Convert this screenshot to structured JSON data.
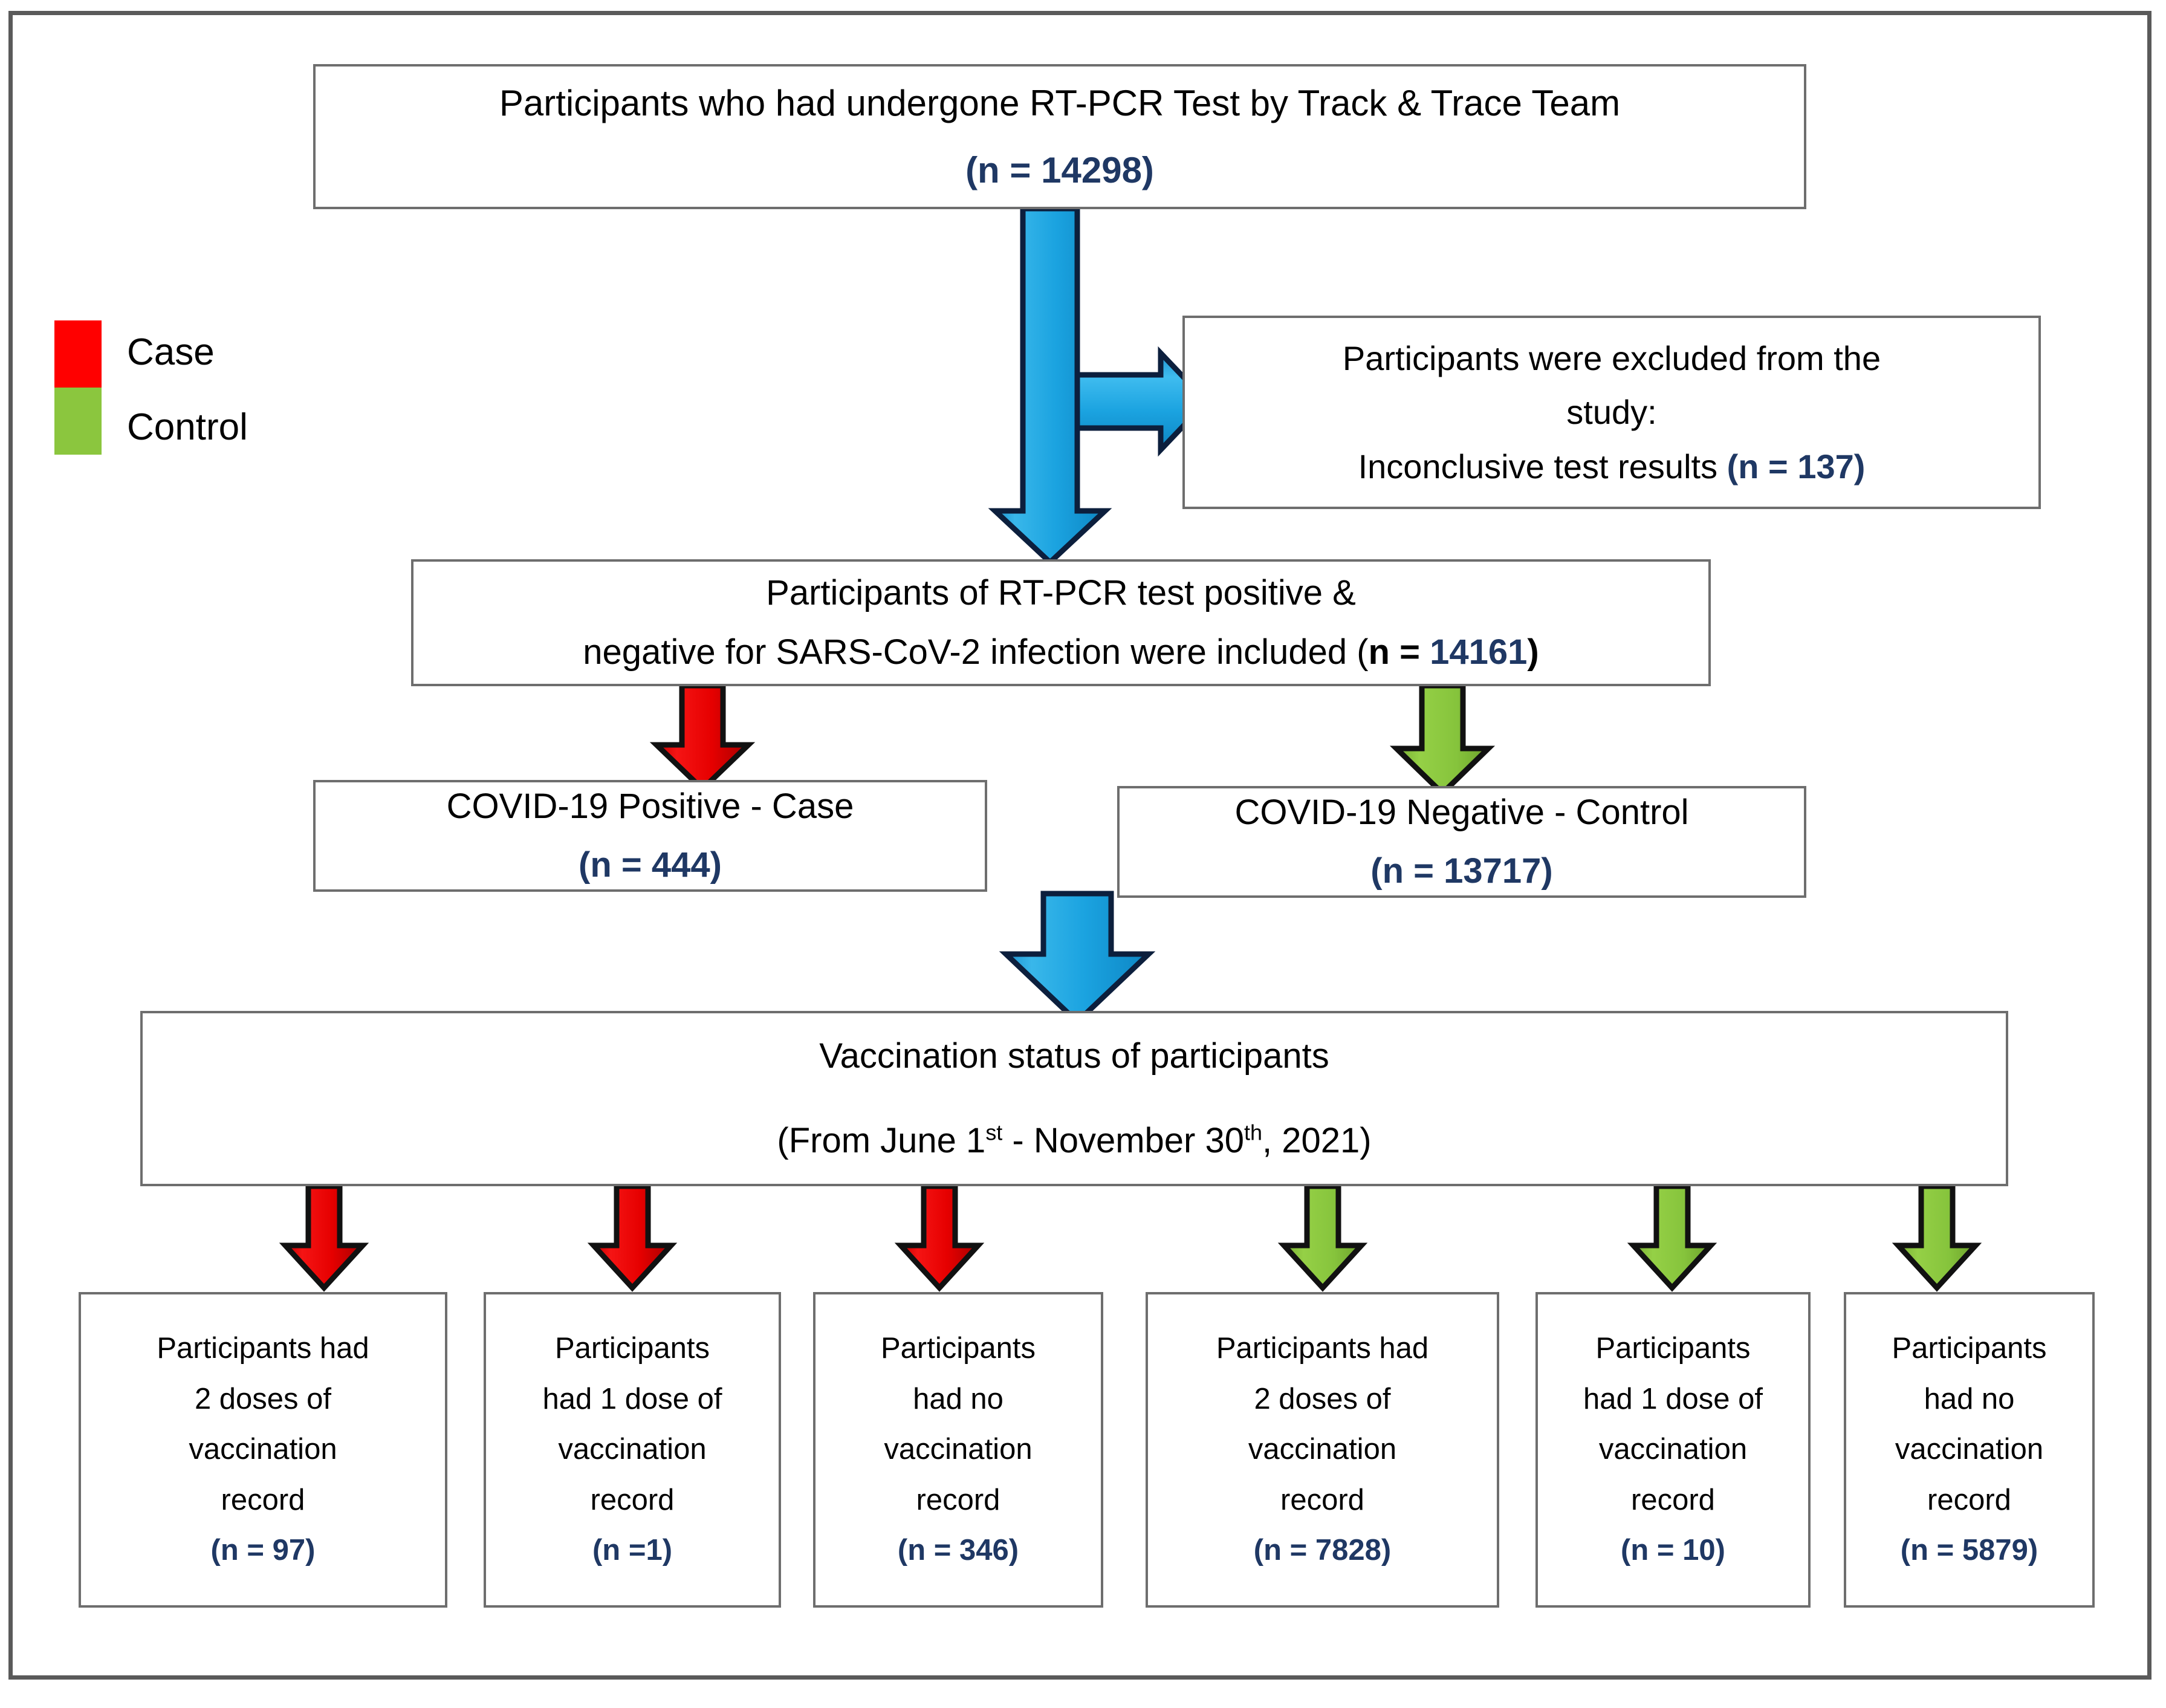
{
  "legend": {
    "items": [
      {
        "label": "Case",
        "color": "#ff0000"
      },
      {
        "label": "Control",
        "color": "#8bc63e"
      }
    ]
  },
  "colors": {
    "flow_blue": "#29a3dd",
    "case_red": "#ee1111",
    "control_green": "#8bc63e",
    "count_blue": "#1f3864",
    "box_border": "#6e6e6e",
    "frame_border": "#5a5a5a",
    "text": "#000000"
  },
  "chart_data": {
    "type": "diagram",
    "title": "Study participant flow diagram",
    "nodes": [
      {
        "id": "screened",
        "label": "Participants who had undergone RT-PCR Test by Track & Trace Team",
        "n": 14298
      },
      {
        "id": "excluded",
        "label": "Participants were excluded from the study: Inconclusive test results",
        "n": 137
      },
      {
        "id": "included",
        "label": "Participants of RT-PCR test positive & negative for SARS-CoV-2 infection were included",
        "n": 14161
      },
      {
        "id": "case",
        "label": "COVID-19 Positive - Case",
        "n": 444
      },
      {
        "id": "control",
        "label": "COVID-19 Negative - Control",
        "n": 13717
      },
      {
        "id": "vaccination",
        "label": "Vaccination status of participants (From June 1st - November 30th, 2021)",
        "n": null
      },
      {
        "id": "case-2dose",
        "label": "Participants had 2 doses of vaccination record",
        "n": 97,
        "group": "Case"
      },
      {
        "id": "case-1dose",
        "label": "Participants had 1 dose of vaccination record",
        "n": 1,
        "group": "Case"
      },
      {
        "id": "case-0dose",
        "label": "Participants had no vaccination record",
        "n": 346,
        "group": "Case"
      },
      {
        "id": "ctrl-2dose",
        "label": "Participants had 2 doses of vaccination record",
        "n": 7828,
        "group": "Control"
      },
      {
        "id": "ctrl-1dose",
        "label": "Participants had 1 dose of vaccination record",
        "n": 10,
        "group": "Control"
      },
      {
        "id": "ctrl-0dose",
        "label": "Participants had no vaccination record",
        "n": 5879,
        "group": "Control"
      }
    ],
    "edges": [
      {
        "from": "screened",
        "to": "excluded",
        "color": "#29a3dd"
      },
      {
        "from": "screened",
        "to": "included",
        "color": "#29a3dd"
      },
      {
        "from": "included",
        "to": "case",
        "color": "#ee1111"
      },
      {
        "from": "included",
        "to": "control",
        "color": "#8bc63e"
      },
      {
        "from": "case",
        "to": "vaccination",
        "color": "#29a3dd"
      },
      {
        "from": "vaccination",
        "to": "case-2dose",
        "color": "#ee1111"
      },
      {
        "from": "vaccination",
        "to": "case-1dose",
        "color": "#ee1111"
      },
      {
        "from": "vaccination",
        "to": "case-0dose",
        "color": "#ee1111"
      },
      {
        "from": "vaccination",
        "to": "ctrl-2dose",
        "color": "#8bc63e"
      },
      {
        "from": "vaccination",
        "to": "ctrl-1dose",
        "color": "#8bc63e"
      },
      {
        "from": "vaccination",
        "to": "ctrl-0dose",
        "color": "#8bc63e"
      }
    ]
  },
  "boxes": {
    "top": {
      "line1": "Participants who had undergone RT-PCR Test by Track & Trace Team",
      "line2": "(n = 14298)"
    },
    "excluded": {
      "line1": "Participants were excluded from the",
      "line2": "study:",
      "line3_pre": "Inconclusive test results ",
      "line3_n": "(n = 137)"
    },
    "included": {
      "line1": "Participants of RT-PCR test positive &",
      "line2_pre": "negative for SARS-CoV-2 infection were included (",
      "line2_n_label": "n",
      "line2_mid": " = ",
      "line2_value": "14161",
      "line2_post": ")"
    },
    "case": {
      "line1": "COVID-19 Positive - Case",
      "line2": "(n = 444)"
    },
    "control": {
      "line1": "COVID-19 Negative - Control",
      "line2": "(n = 13717)"
    },
    "vaccination": {
      "line1": "Vaccination status of participants",
      "line2_a": "(From June 1",
      "line2_sup1": "st",
      "line2_b": " - November 30",
      "line2_sup2": "th",
      "line2_c": ", 2021)"
    }
  },
  "leaves": [
    {
      "l1": "Participants had",
      "l2": "2 doses of",
      "l3": "vaccination",
      "l4": "record",
      "n": "(n = 97)",
      "group": "Case"
    },
    {
      "l1": "Participants",
      "l2": "had 1 dose of",
      "l3": "vaccination",
      "l4": "record",
      "n": "(n =1)",
      "group": "Case"
    },
    {
      "l1": "Participants",
      "l2": "had no",
      "l3": "vaccination",
      "l4": "record",
      "n": "(n = 346)",
      "group": "Case"
    },
    {
      "l1": "Participants had",
      "l2": "2 doses of",
      "l3": "vaccination",
      "l4": "record",
      "n": "(n = 7828)",
      "group": "Control"
    },
    {
      "l1": "Participants",
      "l2": "had 1 dose of",
      "l3": "vaccination",
      "l4": "record",
      "n": "(n = 10)",
      "group": "Control"
    },
    {
      "l1": "Participants",
      "l2": "had no",
      "l3": "vaccination",
      "l4": "record",
      "n": "(n = 5879)",
      "group": "Control"
    }
  ]
}
